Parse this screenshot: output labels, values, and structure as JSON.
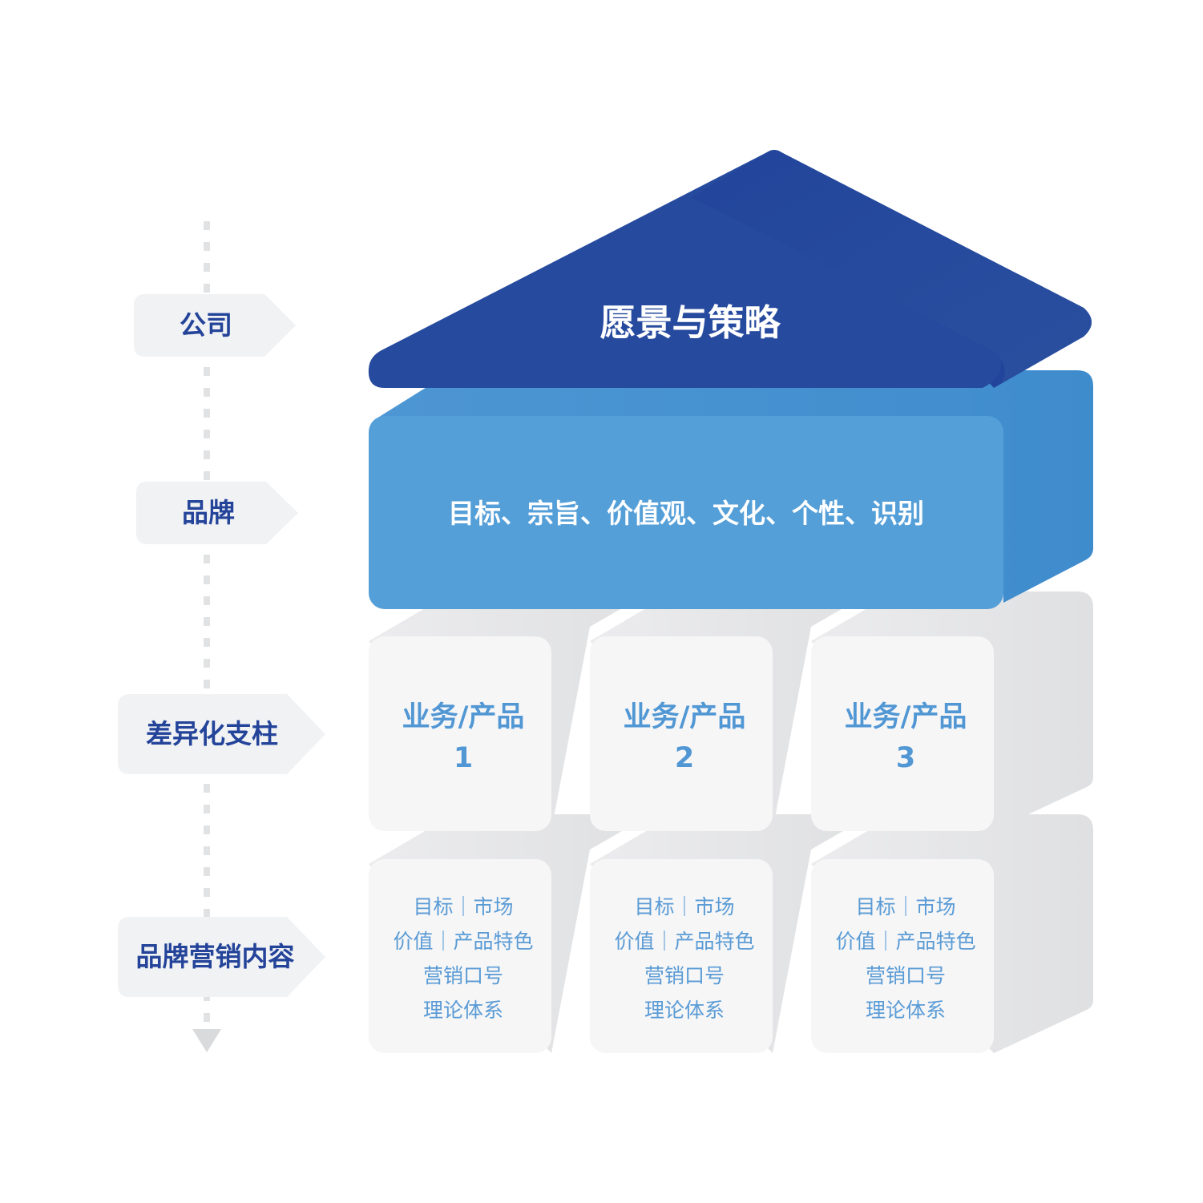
{
  "levels": [
    {
      "label": "公司"
    },
    {
      "label": "品牌"
    },
    {
      "label": "差异化支柱"
    },
    {
      "label": "品牌营销内容"
    }
  ],
  "roof": {
    "title": "愿景与策略"
  },
  "brand": {
    "text": "目标、宗旨、价值观、文化、个性、识别"
  },
  "pillars": [
    {
      "line1": "业务/产品",
      "line2": "1"
    },
    {
      "line1": "业务/产品",
      "line2": "2"
    },
    {
      "line1": "业务/产品",
      "line2": "3"
    }
  ],
  "content": [
    {
      "lines": [
        "目标｜市场",
        "价值｜产品特色",
        "营销口号",
        "理论体系"
      ]
    },
    {
      "lines": [
        "目标｜市场",
        "价值｜产品特色",
        "营销口号",
        "理论体系"
      ]
    },
    {
      "lines": [
        "目标｜市场",
        "价值｜产品特色",
        "营销口号",
        "理论体系"
      ]
    }
  ],
  "colors": {
    "roof": "#264a9e",
    "brand_front": "#559fd8",
    "brand_side": "#3f8ccf",
    "tag_bg": "#f1f2f4",
    "tag_text": "#24449a",
    "block_bg": "#f6f6f7",
    "pillar_text": "#5197d4"
  }
}
